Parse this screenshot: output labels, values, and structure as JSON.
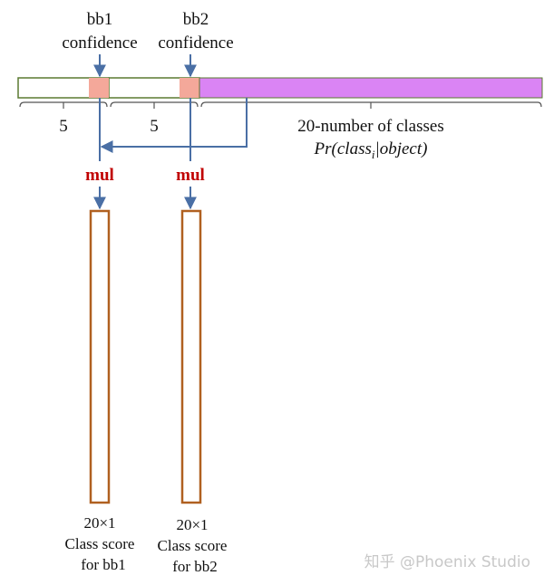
{
  "labels": {
    "bb1_top": "bb1",
    "bb1_bottom": "confidence",
    "bb2_top": "bb2",
    "bb2_bottom": "confidence",
    "seg1_count": "5",
    "seg2_count": "5",
    "classes_label": "20-number of classes",
    "formula_prefix": "Pr(class",
    "formula_sub": "i",
    "formula_suffix": "|object)",
    "mul_left": "mul",
    "mul_right": "mul",
    "score1_dim": "20×1",
    "score1_line1": "Class score",
    "score1_line2": "for bb1",
    "score2_dim": "20×1",
    "score2_line1": "Class score",
    "score2_line2": "for bb2"
  },
  "watermark": "知乎 @Phoenix Studio",
  "colors": {
    "box_border_bb": "#5a7a30",
    "confidence_fill": "#f4a89a",
    "class_fill": "#da84f4",
    "arrow": "#4a6fa5",
    "mul_text": "#c00000",
    "score_border": "#b06020",
    "watermark": "#c8c8c8"
  }
}
